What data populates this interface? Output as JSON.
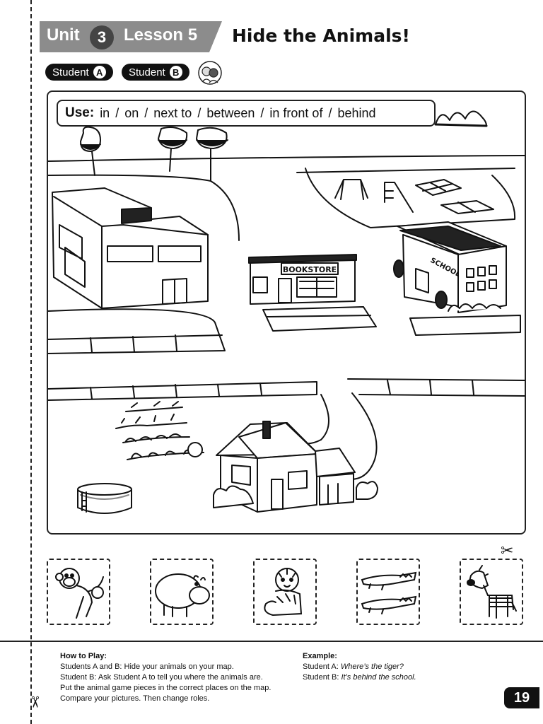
{
  "header": {
    "unit_label": "Unit",
    "unit_number": "3",
    "lesson_label": "Lesson 5",
    "title": "Hide the Animals!"
  },
  "students": {
    "a_label": "Student",
    "a_letter": "A",
    "b_label": "Student",
    "b_letter": "B"
  },
  "use_box": {
    "label": "Use:",
    "words": [
      "in",
      "on",
      "next to",
      "between",
      "in front of",
      "behind"
    ]
  },
  "map": {
    "bookstore_sign": "BOOKSTORE",
    "school_sign": "SCHOOL"
  },
  "pieces": [
    "monkey-icon",
    "hippo-icon",
    "tiger-icon",
    "crocodile-icon",
    "zebra-icon"
  ],
  "how_to_play": {
    "heading": "How to Play:",
    "lines": [
      "Students A and B: Hide your animals on your map.",
      "Student B: Ask Student A to tell you where the animals are.",
      "Put the animal game pieces in the correct places on the map.",
      "Compare your pictures. Then change roles."
    ]
  },
  "example": {
    "heading": "Example:",
    "a_prefix": "Student A: ",
    "a_text": "Where’s the tiger?",
    "b_prefix": "Student B: ",
    "b_text": "It’s behind the school."
  },
  "page_number": "19",
  "colors": {
    "banner": "#8c8c8c",
    "ink": "#111111"
  }
}
